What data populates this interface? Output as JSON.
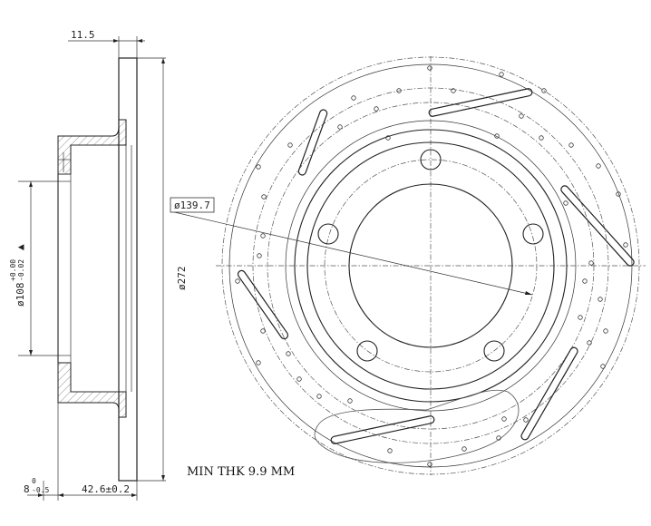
{
  "labels": {
    "flange_thickness": "11.5",
    "pcd": "ø139.7",
    "outer_diameter": "ø272",
    "hub_bore": "ø108",
    "hub_bore_tol_upper": "+0.00",
    "hub_bore_tol_lower": "-0.02",
    "hub_bore_marker": "▲",
    "offset": "8",
    "offset_tol_upper": "0",
    "offset_tol_lower": "-0.5",
    "overall_height": "42.6±0.2",
    "min_thickness": "MIN THK 9.9 MM"
  }
}
